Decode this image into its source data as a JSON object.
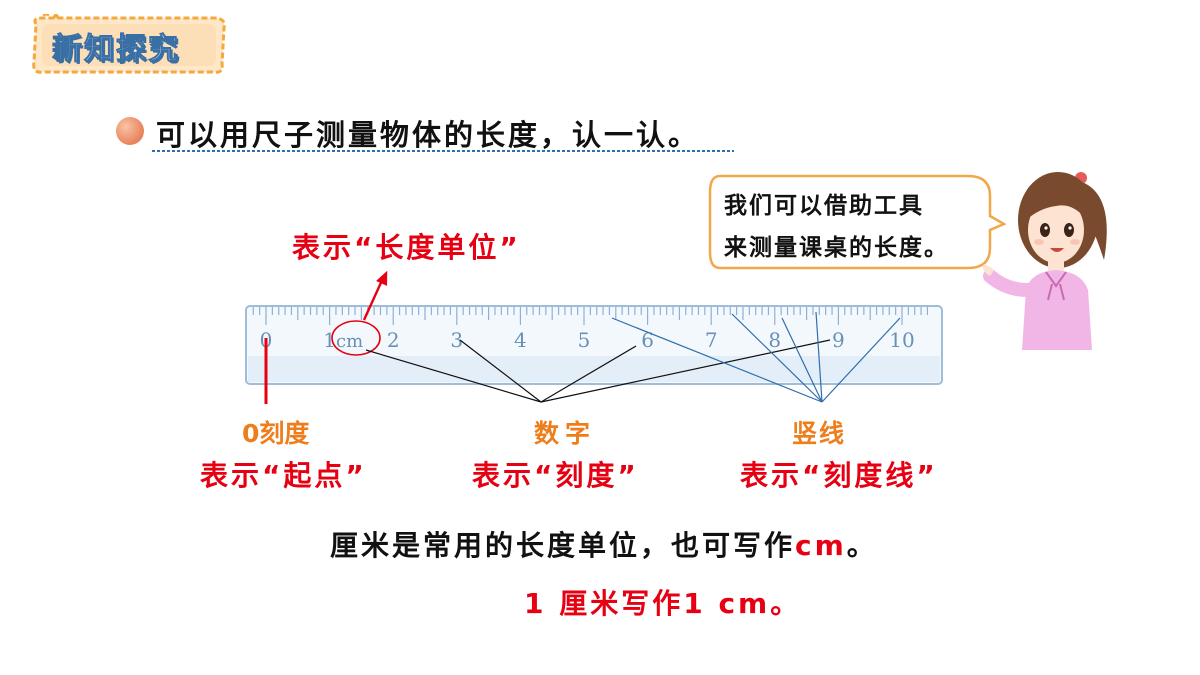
{
  "badge": {
    "title": "新知探究"
  },
  "intro": {
    "text": "可以用尺子测量物体的长度，认一认。"
  },
  "bubble": {
    "line1": "我们可以借助工具",
    "line2": "来测量课桌的长度。"
  },
  "ruler": {
    "numbers": [
      "0",
      "1",
      "2",
      "3",
      "4",
      "5",
      "6",
      "7",
      "8",
      "9",
      "10"
    ],
    "unit_label": "cm"
  },
  "labels": {
    "unit_meaning": "表示“长度单位”",
    "zero_tick": "0刻度",
    "zero_meaning": "表示“起点”",
    "digits": "数字",
    "digits_meaning": "表示“刻度”",
    "lines": "竖线",
    "lines_meaning": "表示“刻度线”"
  },
  "summary": {
    "line1_prefix": "厘米是常用的长度单位，也可写作",
    "line1_unit": "cm",
    "line1_suffix": "。",
    "line2": "1 厘米写作1 cm。"
  },
  "colors": {
    "red": "#e60012",
    "orange": "#ee7d1c",
    "blue": "#2f6fad",
    "ruler_border": "#9fbcd9"
  }
}
